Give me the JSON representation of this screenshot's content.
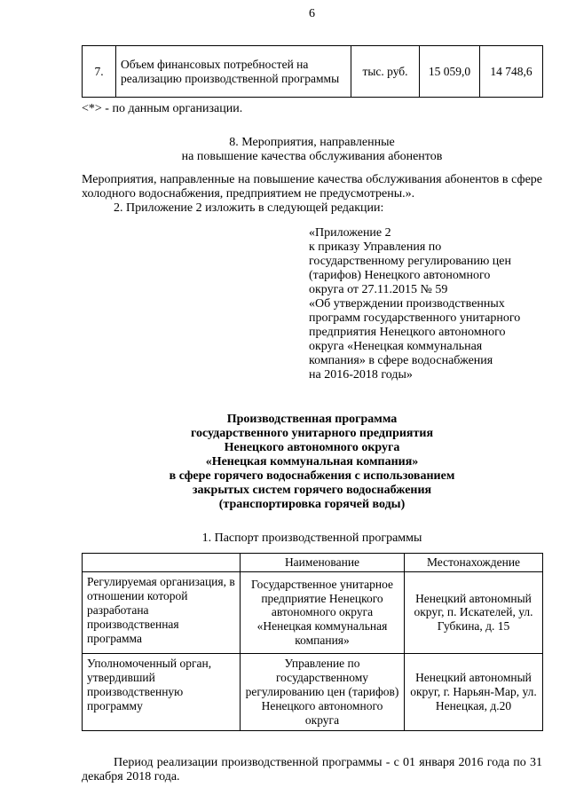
{
  "page": {
    "number": "6"
  },
  "top_table": {
    "rows": [
      {
        "num": "7.",
        "description": "Объем финансовых потребностей на реализацию производственной программы",
        "unit": "тыс. руб.",
        "values": [
          "15 059,0",
          "14 748,6"
        ]
      }
    ]
  },
  "footnote": "<*> - по данным организации.",
  "section8": {
    "heading_line1": "8. Мероприятия, направленные",
    "heading_line2": "на повышение качества обслуживания абонентов",
    "paragraph": "Мероприятия, направленные на повышение качества обслуживания абонентов в сфере холодного водоснабжения, предприятием не предусмотрены.».",
    "item2": "2. Приложение 2 изложить в следующей редакции:"
  },
  "annex_block": {
    "lines": [
      "«Приложение 2",
      "к приказу Управления по",
      "государственному регулированию цен",
      "(тарифов) Ненецкого автономного",
      "округа от 27.11.2015 № 59",
      "«Об утверждении производственных",
      "программ государственного унитарного",
      "предприятия Ненецкого автономного",
      "округа «Ненецкая коммунальная",
      "компания» в сфере водоснабжения",
      "на 2016-2018 годы»"
    ]
  },
  "program_title": {
    "lines": [
      "Производственная программа",
      "государственного унитарного предприятия",
      "Ненецкого автономного округа",
      "«Ненецкая коммунальная компания»",
      "в сфере горячего водоснабжения с использованием",
      "закрытых систем горячего водоснабжения",
      "(транспортировка горячей воды)"
    ]
  },
  "passport": {
    "heading": "1. Паспорт производственной программы",
    "headers": [
      "",
      "Наименование",
      "Местонахождение"
    ],
    "rows": [
      {
        "label": "Регулируемая организация, в отношении которой разработана производственная программа",
        "name": "Государственное унитарное предприятие Ненецкого автономного округа «Ненецкая коммунальная компания»",
        "location": "Ненецкий автономный округ, п. Искателей, ул. Губкина, д. 15"
      },
      {
        "label": "Уполномоченный орган, утвердивший производственную программу",
        "name": "Управление по государственному регулированию цен (тарифов) Ненецкого автономного округа",
        "location": "Ненецкий автономный округ, г. Нарьян-Мар, ул. Ненецкая, д.20"
      }
    ]
  },
  "closing_paragraph": "Период реализации производственной программы - с 01 января 2016 года по 31 декабря 2018 года."
}
